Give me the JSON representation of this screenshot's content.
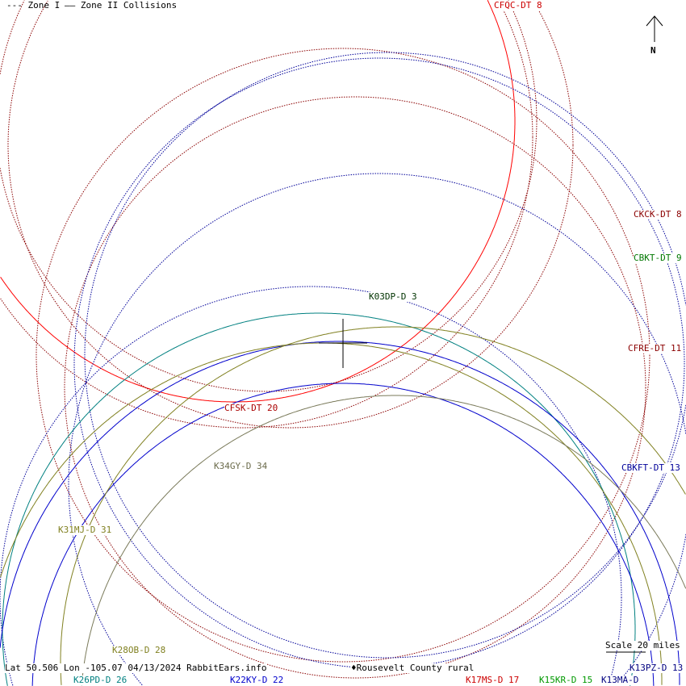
{
  "legend": {
    "zone1": "--- Zone I",
    "zone2": "—— Zone II Collisions"
  },
  "north": {
    "arrow": "↑",
    "label": "N"
  },
  "footer": {
    "coords": "Lat 50.506 Lon -105.07 04/13/2024 RabbitEars.info",
    "location": "Rousevelt County rural",
    "scale": "Scale 20 miles"
  },
  "stations": [
    {
      "id": "cfqc",
      "label": "CFQC-DT 8",
      "color": "#cc0000"
    },
    {
      "id": "ckck",
      "label": "CKCK-DT 8",
      "color": "#8b0000"
    },
    {
      "id": "cbkt",
      "label": "CBKT-DT 9",
      "color": "#007700"
    },
    {
      "id": "k03dp",
      "label": "K03DP-D 3",
      "color": "#003300"
    },
    {
      "id": "cfre",
      "label": "CFRE-DT 11",
      "color": "#8b0000"
    },
    {
      "id": "cfsk",
      "label": "CFSK-DT 20",
      "color": "#aa0000"
    },
    {
      "id": "k34gy",
      "label": "K34GY-D 34",
      "color": "#6b6b4b"
    },
    {
      "id": "cbkft",
      "label": "CBKFT-DT 13",
      "color": "#000099"
    },
    {
      "id": "k31mj",
      "label": "K31MJ-D 31",
      "color": "#808020"
    },
    {
      "id": "k28ob",
      "label": "K28OB-D 28",
      "color": "#808020"
    },
    {
      "id": "k26pd",
      "label": "K26PD-D 26",
      "color": "#008080"
    },
    {
      "id": "k22ky",
      "label": "K22KY-D 22",
      "color": "#0000cc"
    },
    {
      "id": "k17ms",
      "label": "K17MS-D 17",
      "color": "#cc0000"
    },
    {
      "id": "k15kr",
      "label": "K15KR-D 15",
      "color": "#009900"
    },
    {
      "id": "k13ma",
      "label": "K13MA-D",
      "color": "#000080"
    },
    {
      "id": "k13pz",
      "label": "K13PZ-D 13",
      "color": "#000080"
    }
  ]
}
